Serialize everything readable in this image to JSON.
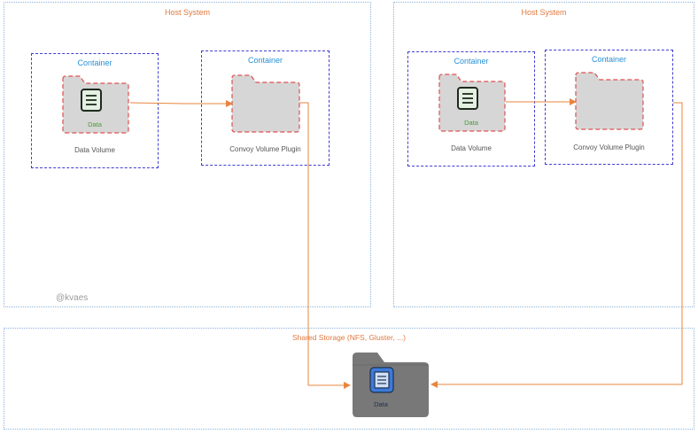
{
  "hosts": [
    {
      "title": "Host System",
      "containers": [
        {
          "title": "Container",
          "caption": "Data Volume",
          "folder_label": "Data"
        },
        {
          "title": "Container",
          "caption": "Convoy Volume Plugin"
        }
      ]
    },
    {
      "title": "Host System",
      "containers": [
        {
          "title": "Container",
          "caption": "Data Volume",
          "folder_label": "Data"
        },
        {
          "title": "Container",
          "caption": "Convoy Volume Plugin"
        }
      ]
    }
  ],
  "watermark": "@kvaes",
  "shared_storage": {
    "title": "Shared Storage (NFS, Gluster, ...)",
    "folder_label": "Data"
  },
  "colors": {
    "host_border": "#8fb3dd",
    "host_title": "#e07a3f",
    "container_border": "#3f3fd0",
    "container_title": "#2a8fd6",
    "connector": "#e8853f",
    "folder_fill": "#d6d6d6",
    "folder_outline": "#e05050",
    "storage_folder": "#787878",
    "doc_icon_bg": "#3c7ad8"
  }
}
